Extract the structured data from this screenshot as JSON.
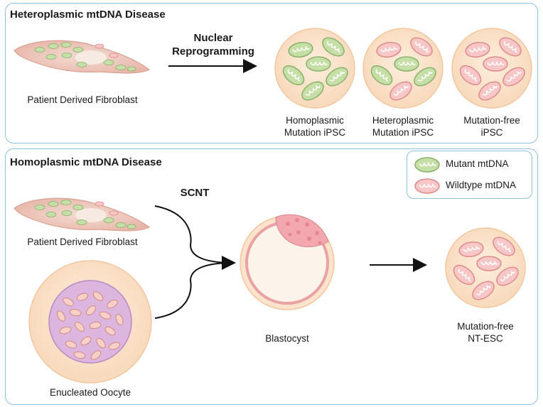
{
  "top_panel": {
    "title": "Heteroplasmic mtDNA Disease",
    "fibroblast_label": "Patient Derived Fibroblast",
    "arrow_label_line1": "Nuclear",
    "arrow_label_line2": "Reprogramming",
    "cells": [
      {
        "line1": "Homoplasmic",
        "line2": "Mutation iPSC"
      },
      {
        "line1": "Heteroplasmic",
        "line2": "Mutation iPSC"
      },
      {
        "line1": "Mutation-free",
        "line2": "iPSC"
      }
    ]
  },
  "bottom_panel": {
    "title": "Homoplasmic mtDNA Disease",
    "fibroblast_label": "Patient Derived Fibroblast",
    "scnt_label": "SCNT",
    "oocyte_label": "Enucleated Oocyte",
    "blastocyst_label": "Blastocyst",
    "result_line1": "Mutation-free",
    "result_line2": "NT-ESC"
  },
  "legend": {
    "mutant": "Mutant mtDNA",
    "wildtype": "Wildtype mtDNA"
  },
  "colors": {
    "panel_border": "#8cc0de",
    "cell_fill": "#fbe3cc",
    "cell_border": "#f2c79f",
    "mutant_fill": "#c6dfa6",
    "mutant_border": "#88b06a",
    "wildtype_fill": "#f7c6c6",
    "wildtype_border": "#e08a8a",
    "fibroblast": "#edbfb2",
    "oocyte_inner": "#d9b2d9"
  }
}
